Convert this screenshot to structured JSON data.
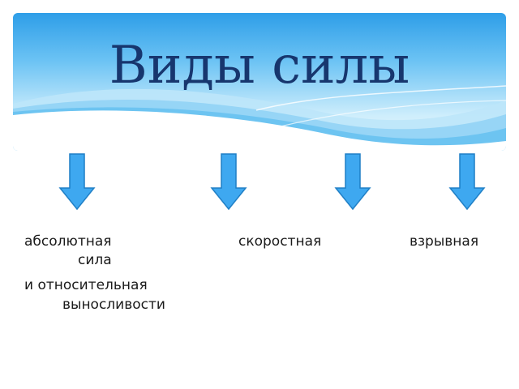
{
  "slide": {
    "title": "Виды силы",
    "accent_color": "#3ea8f0",
    "title_color": "#17366e",
    "arrows": [
      {
        "icon": "down-arrow-icon"
      },
      {
        "icon": "down-arrow-icon"
      },
      {
        "icon": "down-arrow-icon"
      },
      {
        "icon": "down-arrow-icon"
      }
    ],
    "labels": {
      "absolute": "абсолютная",
      "speed": "скоростная",
      "explosive": "взрывная",
      "sila": "сила",
      "relative": "и относительная",
      "endurance": "выносливости"
    }
  }
}
